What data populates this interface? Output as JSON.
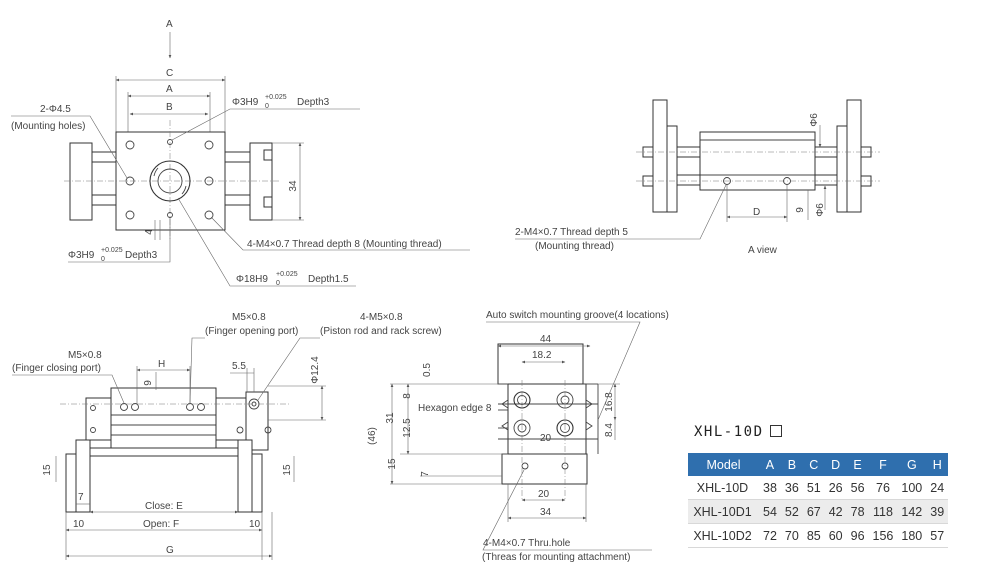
{
  "top_view": {
    "arrow_label": "A",
    "dim_C": "C",
    "dim_A": "A",
    "dim_B": "B",
    "dim_34": "34",
    "dim_4": "4",
    "mount_holes_count": "2-Φ4.5",
    "mount_holes_note": "(Mounting holes)",
    "pin_hole_top": "Φ3H9",
    "pin_hole_top_tol_up": "+0.025",
    "pin_hole_top_tol_low": "0",
    "pin_hole_top_depth": "Depth3",
    "pin_hole_bottom": "Φ3H9",
    "pin_hole_bottom_tol_up": "+0.025",
    "pin_hole_bottom_tol_low": "0",
    "pin_hole_bottom_depth": "Depth3",
    "thread_note": "4-M4×0.7 Thread depth 8 (Mounting thread)",
    "bore": "Φ18H9",
    "bore_tol_up": "+0.025",
    "bore_tol_low": "0",
    "bore_depth": "Depth1.5"
  },
  "a_view": {
    "title": "A view",
    "dim_phi6_top": "Φ6",
    "dim_phi6_bottom": "Φ6",
    "dim_D": "D",
    "dim_9": "9",
    "thread_note": "2-M4×0.7 Thread depth 5",
    "thread_sub": "(Mounting thread)"
  },
  "front_view": {
    "closing_port": "M5×0.8",
    "closing_port_note": "(Finger closing port)",
    "opening_port": "M5×0.8",
    "opening_port_note": "(Finger opening port)",
    "piston_screw": "4-M5×0.8",
    "piston_screw_note": "(Piston rod and rack screw)",
    "dim_H": "H",
    "dim_9": "9",
    "dim_5_5": "5.5",
    "dim_phi12_4": "Φ12.4",
    "dim_15_left": "15",
    "dim_15_right": "15",
    "dim_7": "7",
    "dim_10_left": "10",
    "dim_10_right": "10",
    "close_label": "Close: E",
    "open_label": "Open: F",
    "dim_G": "G"
  },
  "side_view": {
    "groove_note": "Auto switch mounting groove(4 locations)",
    "dim_44": "44",
    "dim_18_2": "18.2",
    "dim_0_5": "0.5",
    "dim_8": "8",
    "dim_31": "31",
    "dim_12_5": "12.5",
    "dim_46": "(46)",
    "dim_15": "15",
    "dim_7": "7",
    "hex_note": "Hexagon edge  8",
    "dim_20_mid": "20",
    "dim_16_8": "16.8",
    "dim_8_4": "8.4",
    "dim_20_bottom": "20",
    "dim_34": "34",
    "thru_note": "4-M4×0.7 Thru.hole",
    "thru_sub": "(Threas for mounting attachment)"
  },
  "spec_table": {
    "title": "XHL-10D",
    "headers": [
      "Model",
      "A",
      "B",
      "C",
      "D",
      "E",
      "F",
      "G",
      "H"
    ],
    "rows": [
      [
        "XHL-10D",
        "38",
        "36",
        "51",
        "26",
        "56",
        "76",
        "100",
        "24"
      ],
      [
        "XHL-10D1",
        "54",
        "52",
        "67",
        "42",
        "78",
        "118",
        "142",
        "39"
      ],
      [
        "XHL-10D2",
        "72",
        "70",
        "85",
        "60",
        "96",
        "156",
        "180",
        "57"
      ]
    ]
  },
  "colors": {
    "header_bg": "#2f6fae",
    "header_text": "#ffffff",
    "alt_row": "#ececec"
  }
}
